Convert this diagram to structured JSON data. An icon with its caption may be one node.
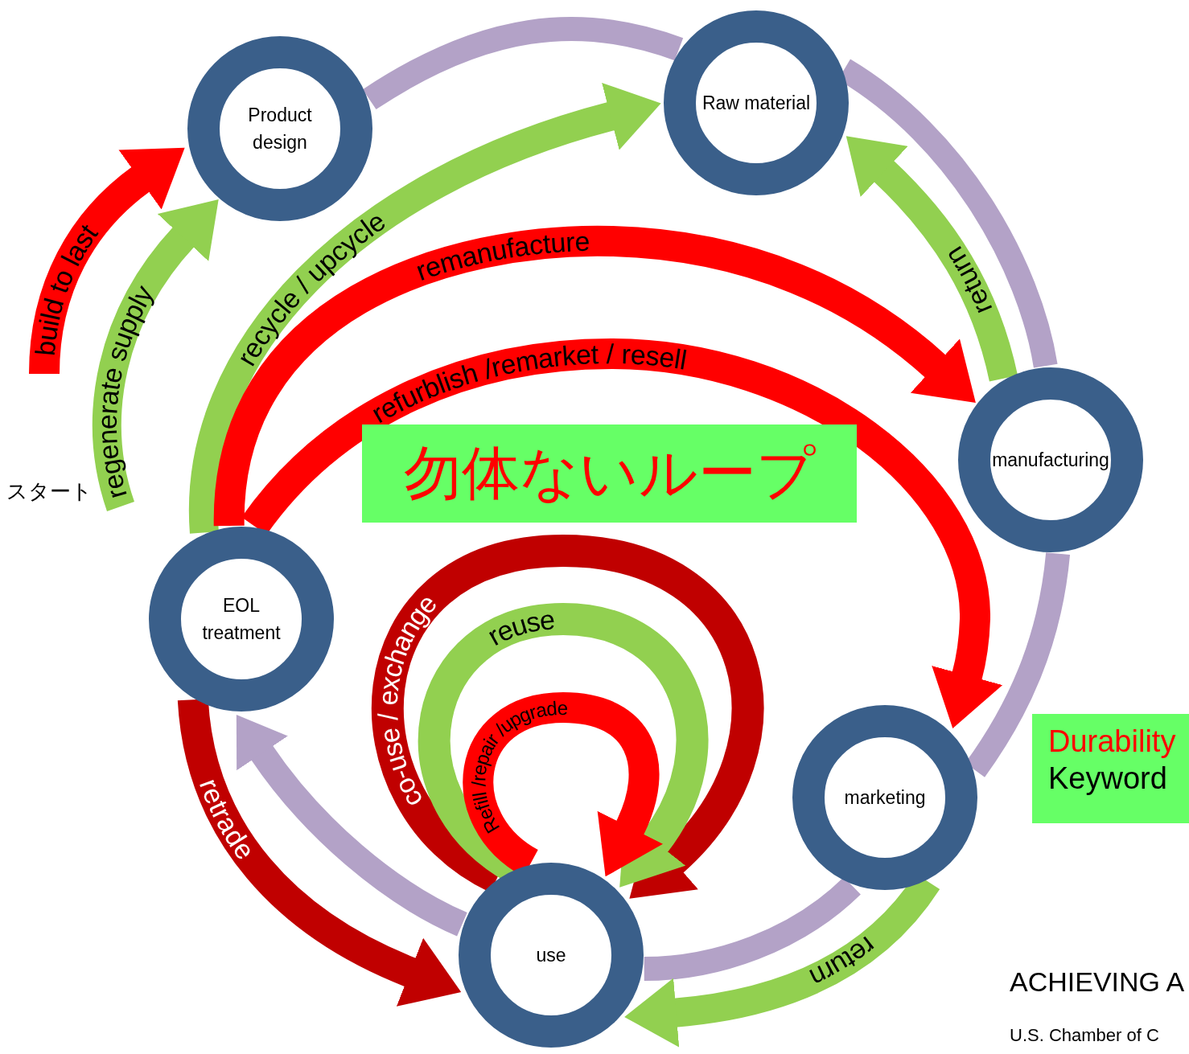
{
  "diagram": {
    "title": "勿体ないループ",
    "nodes": [
      {
        "text": [
          "Product design"
        ]
      },
      {
        "text": [
          "Raw material"
        ]
      },
      {
        "text": [
          "manufacturing"
        ]
      },
      {
        "text": [
          "marketing"
        ]
      },
      {
        "text": [
          "use"
        ]
      },
      {
        "text": [
          "EOL treatment"
        ]
      },
      {
        "text": [
          "Durability",
          "Keyword"
        ]
      },
      {
        "text": [
          "スタート"
        ]
      }
    ],
    "edges": [
      {
        "from": null,
        "to": 0,
        "arrow": "to",
        "label": "build to last",
        "color": "#ff0000"
      },
      {
        "from": 7,
        "to": 0,
        "arrow": "to",
        "label": "regenerate supply",
        "color": "#92d050"
      },
      {
        "from": 0,
        "to": 1,
        "arrow": "none",
        "color": "#b3a2c7"
      },
      {
        "from": 1,
        "to": 2,
        "arrow": "none",
        "color": "#b3a2c7"
      },
      {
        "from": 2,
        "to": 3,
        "arrow": "none",
        "color": "#b3a2c7"
      },
      {
        "from": 3,
        "to": 4,
        "arrow": "none",
        "color": "#b3a2c7"
      },
      {
        "from": 4,
        "to": 5,
        "arrow": "to",
        "color": "#b3a2c7"
      },
      {
        "from": 5,
        "to": 1,
        "arrow": "to",
        "label": "recycle / upcycle",
        "color": "#92d050"
      },
      {
        "from": 5,
        "to": 2,
        "arrow": "to",
        "label": "remanufacture",
        "color": "#ff0000"
      },
      {
        "from": 5,
        "to": 3,
        "arrow": "to",
        "label": "refurblish /remarket / resell",
        "color": "#ff0000"
      },
      {
        "from": 2,
        "to": 1,
        "arrow": "to",
        "label": "return",
        "color": "#92d050"
      },
      {
        "from": 3,
        "to": 4,
        "arrow": "to",
        "label": "return",
        "color": "#92d050"
      },
      {
        "from": 5,
        "to": 4,
        "arrow": "to",
        "label": "retrade",
        "color": "#c00000"
      },
      {
        "from": 4,
        "to": 4,
        "arrow": "to",
        "label": "co-use / exchange",
        "color": "#c00000"
      },
      {
        "from": 4,
        "to": 4,
        "arrow": "to",
        "label": "reuse",
        "color": "#92d050"
      },
      {
        "from": 4,
        "to": 4,
        "arrow": "to",
        "label": "Refill /repair /upgrade",
        "color": "#ff0000"
      }
    ],
    "labels": [
      "ACHIEVING A",
      "U.S. Chamber of C"
    ]
  }
}
